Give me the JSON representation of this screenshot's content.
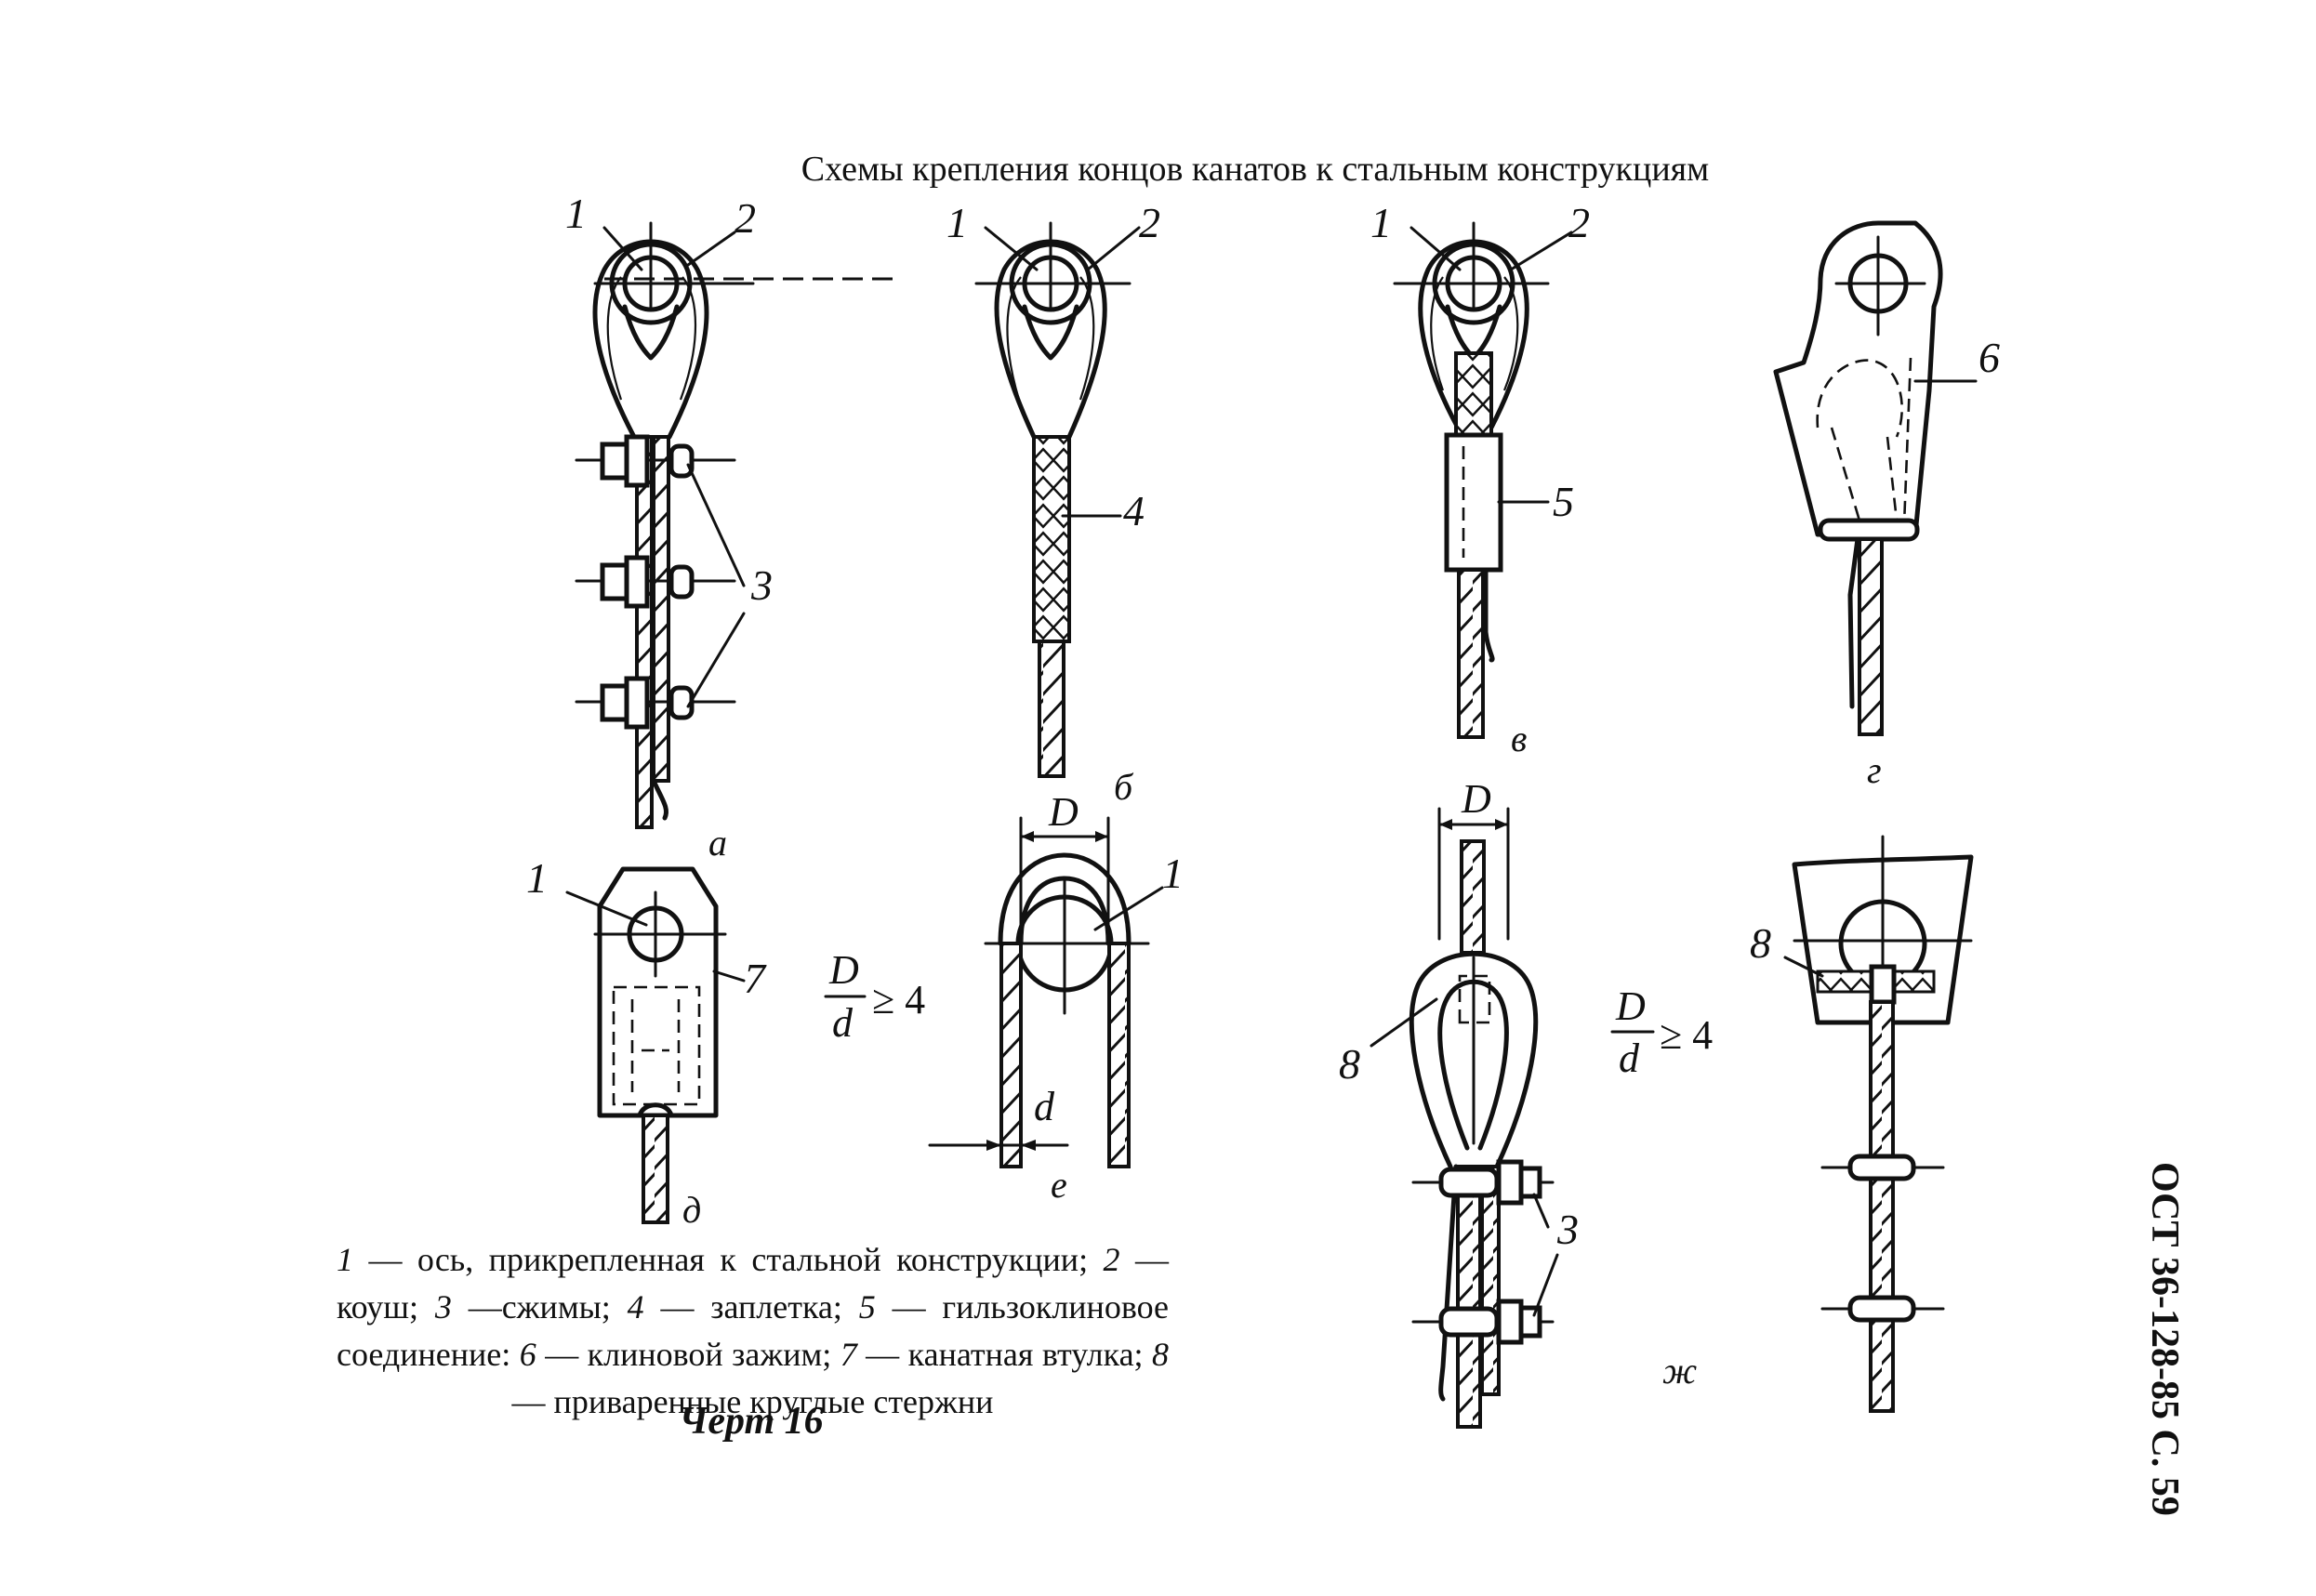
{
  "title": "Схемы крепления концов канатов к стальным конструкциям",
  "side_code": "ОСТ 36-128-85 С. 59",
  "figure_label": "Черт 16",
  "legend": [
    {
      "num": "1",
      "text": " — ось, прикрепленная к стальной конструкции; "
    },
    {
      "num": "2",
      "text": " — коуш; "
    },
    {
      "num": "3",
      "text": " —сжимы; "
    },
    {
      "num": "4",
      "text": " — заплетка; "
    },
    {
      "num": "5",
      "text": " — гильзоклиновое соединение: "
    },
    {
      "num": "6",
      "text": " — клиновой зажим; "
    },
    {
      "num": "7",
      "text": " — канатная втулка; "
    },
    {
      "num": "8",
      "text": " — приваренные круглые стержни"
    }
  ],
  "callouts": {
    "n1": "1",
    "n2": "2",
    "n3": "3",
    "n4": "4",
    "n5": "5",
    "n6": "6",
    "n7": "7",
    "n8": "8"
  },
  "variants": {
    "a": "а",
    "b": "б",
    "v": "в",
    "g": "г",
    "d": "д",
    "e": "е",
    "zh": "ж"
  },
  "dimensions": {
    "D": "D",
    "d": "d",
    "ratio_num": "D",
    "ratio_den": "d",
    "ratio_rel": "≥ 4"
  }
}
